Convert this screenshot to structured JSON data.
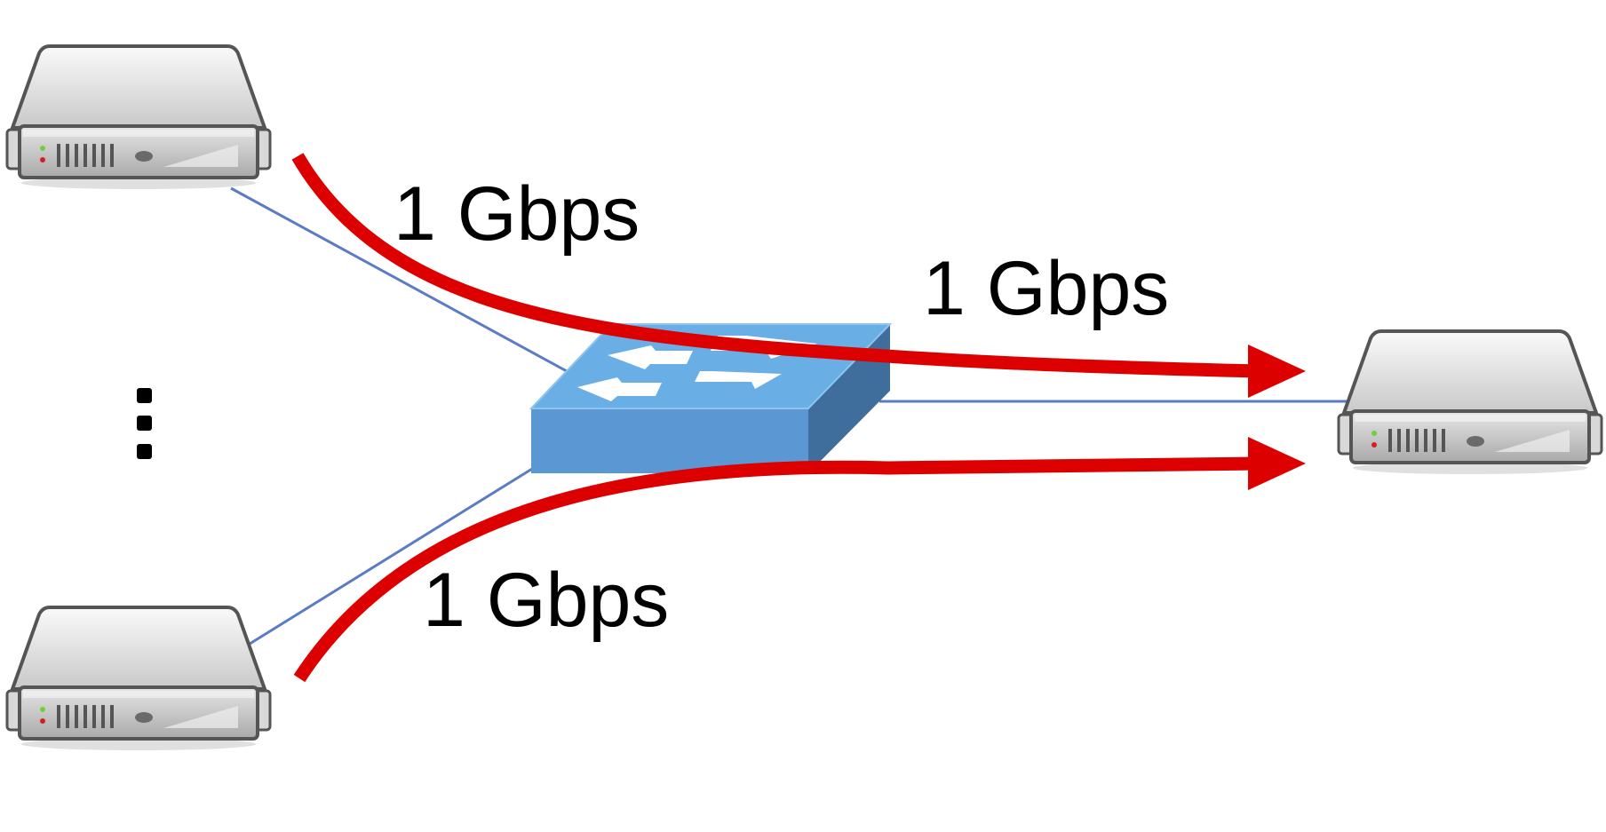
{
  "diagram": {
    "labels": {
      "sender_top_rate": "1 Gbps",
      "output_link_rate": "1 Gbps",
      "sender_bottom_rate": "1 Gbps"
    },
    "ellipsis": "⋮",
    "nodes": {
      "sender_top": "server-icon",
      "sender_bottom": "server-icon",
      "switch": "network-switch-icon",
      "receiver": "server-icon"
    },
    "colors": {
      "flow": "#dd0000",
      "link": "#5b7bc4",
      "switch_top": "#6aaee6",
      "switch_front": "#5b97d3",
      "switch_side": "#3f6e9c"
    }
  }
}
